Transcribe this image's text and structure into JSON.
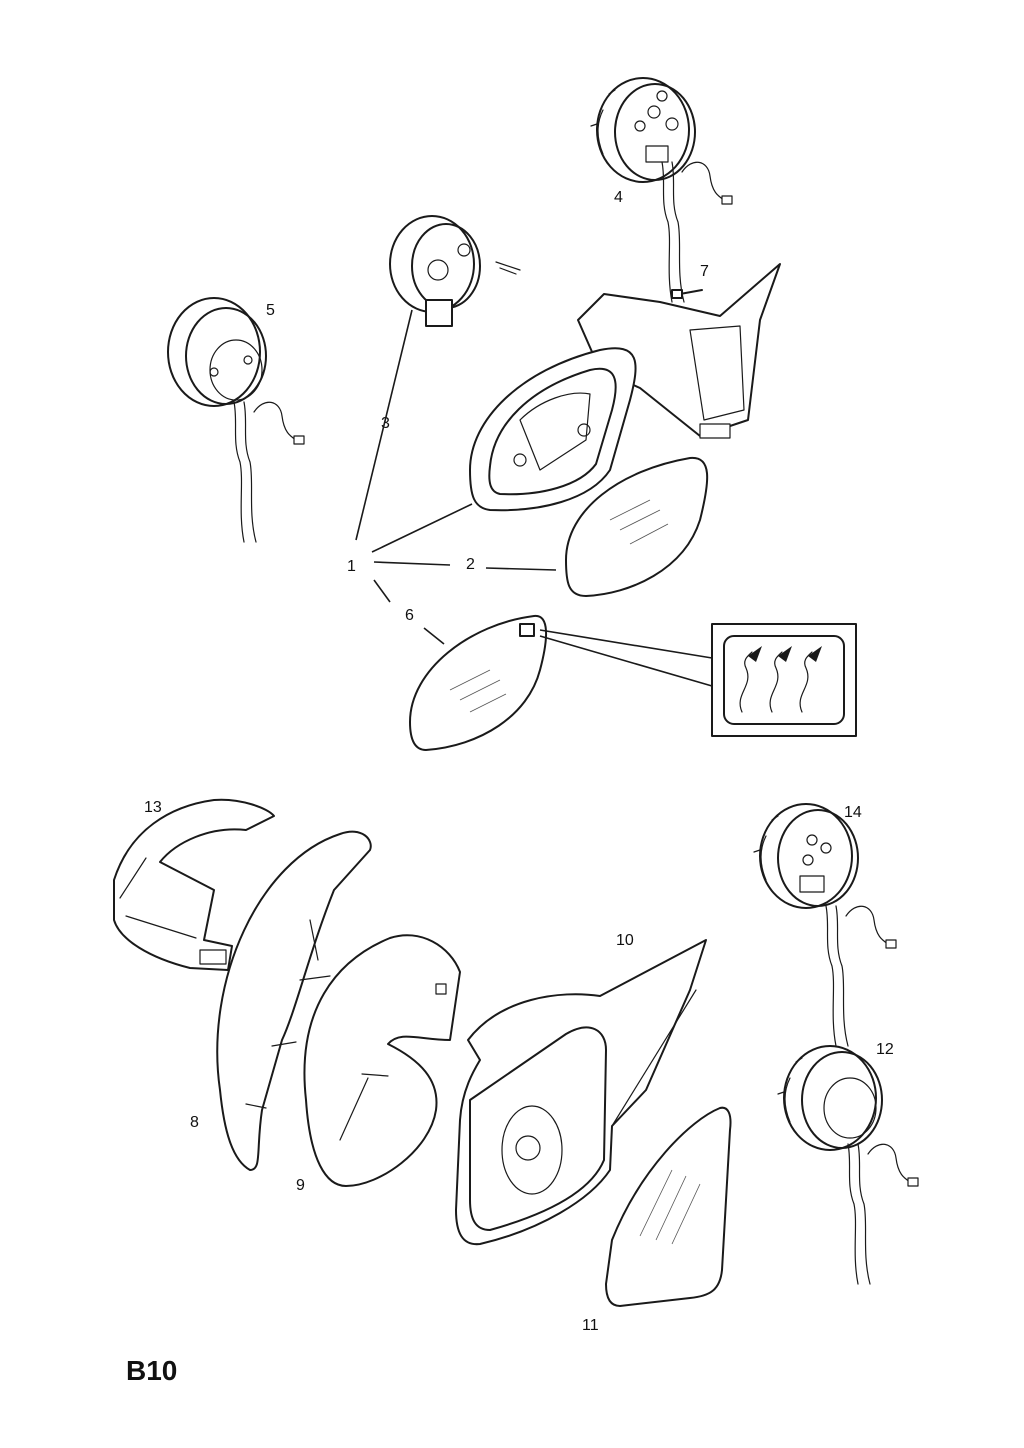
{
  "figure_id": "B10",
  "callouts": [
    {
      "id": "1",
      "text": "1"
    },
    {
      "id": "2",
      "text": "2"
    },
    {
      "id": "3",
      "text": "3"
    },
    {
      "id": "4",
      "text": "4"
    },
    {
      "id": "5",
      "text": "5"
    },
    {
      "id": "6",
      "text": "6"
    },
    {
      "id": "7",
      "text": "7"
    },
    {
      "id": "8",
      "text": "8"
    },
    {
      "id": "9",
      "text": "9"
    },
    {
      "id": "10",
      "text": "10"
    },
    {
      "id": "11",
      "text": "11"
    },
    {
      "id": "12",
      "text": "12"
    },
    {
      "id": "13",
      "text": "13"
    },
    {
      "id": "14",
      "text": "14"
    }
  ],
  "colors": {
    "line": "#1a1a1a",
    "background": "#ffffff"
  },
  "icons": [
    "heating-element-icon"
  ]
}
